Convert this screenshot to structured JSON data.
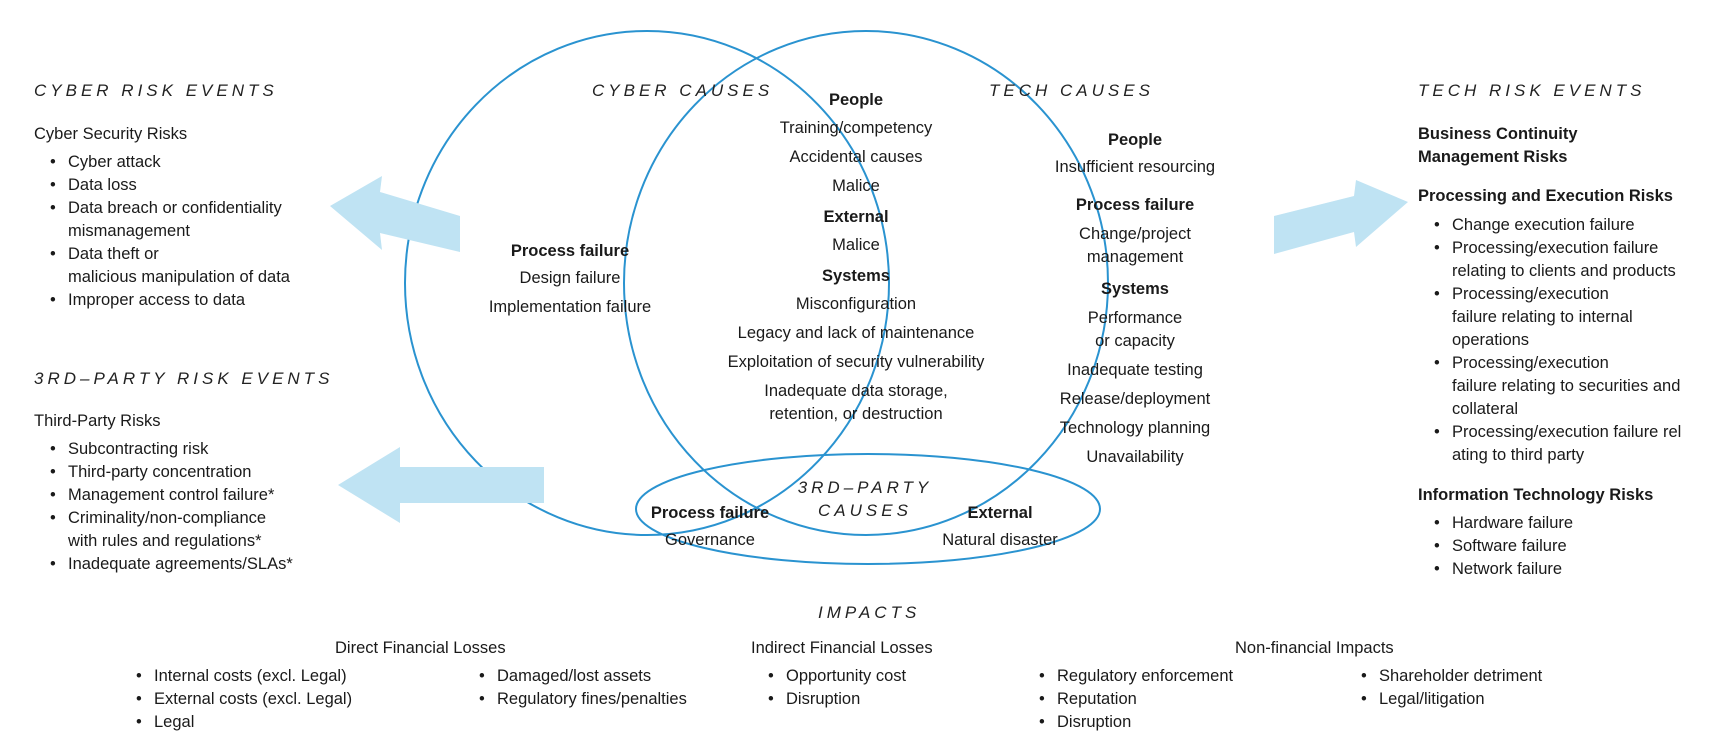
{
  "cyber_risk_events": {
    "heading": "CYBER RISK EVENTS",
    "group": "Cyber Security Risks",
    "items": [
      "Cyber attack",
      "Data loss",
      "Data breach or confidentiality",
      "mismanagement",
      "Data theft or",
      "malicious manipulation of data",
      "Improper access to data"
    ]
  },
  "third_party_risk_events": {
    "heading": "3RD–PARTY RISK EVENTS",
    "group": "Third-Party Risks",
    "items": [
      "Subcontracting risk",
      "Third-party concentration",
      "Management control failure*",
      "Criminality/non-compliance",
      "with rules and regulations*",
      "Inadequate agreements/SLAs*"
    ]
  },
  "cyber_causes": {
    "heading": "CYBER CAUSES",
    "process_title": "Process failure",
    "process_items": [
      "Design failure",
      "Implementation failure"
    ]
  },
  "tech_causes": {
    "heading": "TECH CAUSES",
    "people_title": "People",
    "people_items": [
      "Insufficient resourcing"
    ],
    "process_title": "Process failure",
    "process_items": [
      "Change/project",
      "management"
    ],
    "systems_title": "Systems",
    "systems_items": [
      "Performance",
      "or capacity",
      "Inadequate testing",
      "Release/deployment",
      "Technology planning",
      "Unavailability"
    ]
  },
  "shared_causes": {
    "people_title": "People",
    "people_items": [
      "Training/competency",
      "Accidental causes",
      "Malice"
    ],
    "external_title": "External",
    "external_items": [
      "Malice"
    ],
    "systems_title": "Systems",
    "systems_items": [
      "Misconfiguration",
      "Legacy and lack of maintenance",
      "Exploitation of security vulnerability",
      "Inadequate data storage,",
      "retention, or destruction"
    ]
  },
  "third_party_causes": {
    "heading_line1": "3RD–PARTY",
    "heading_line2": "CAUSES",
    "process_title": "Process failure",
    "process_items": [
      "Governance"
    ],
    "external_title": "External",
    "external_items": [
      "Natural disaster"
    ]
  },
  "tech_risk_events": {
    "heading": "TECH RISK EVENTS",
    "bcm_line1": "Business Continuity",
    "bcm_line2": "Management Risks",
    "pe_title": "Processing and Execution Risks",
    "pe_items": [
      "Change execution failure",
      "Processing/execution failure",
      "relating to clients and products",
      "Processing/execution",
      "failure relating to internal",
      "operations",
      "Processing/execution",
      "failure relating to securities and",
      "collateral",
      "Processing/execution failure rel",
      "ating to third party"
    ],
    "it_title": "Information Technology Risks",
    "it_items": [
      "Hardware failure",
      "Software failure",
      "Network failure"
    ]
  },
  "impacts": {
    "heading": "IMPACTS",
    "direct_title": "Direct Financial Losses",
    "direct_col1": [
      "Internal costs (excl. Legal)",
      "External costs (excl. Legal)",
      "Legal"
    ],
    "direct_col2": [
      "Damaged/lost assets",
      "Regulatory fines/penalties"
    ],
    "indirect_title": "Indirect Financial Losses",
    "indirect_items": [
      "Opportunity cost",
      "Disruption"
    ],
    "nonfin_title": "Non-financial Impacts",
    "nonfin_col1": [
      "Regulatory enforcement",
      "Reputation",
      "Disruption"
    ],
    "nonfin_col2": [
      "Shareholder detriment",
      "Legal/litigation"
    ]
  },
  "colors": {
    "circle": "#2a93d0",
    "arrow": "#bfe3f3"
  }
}
